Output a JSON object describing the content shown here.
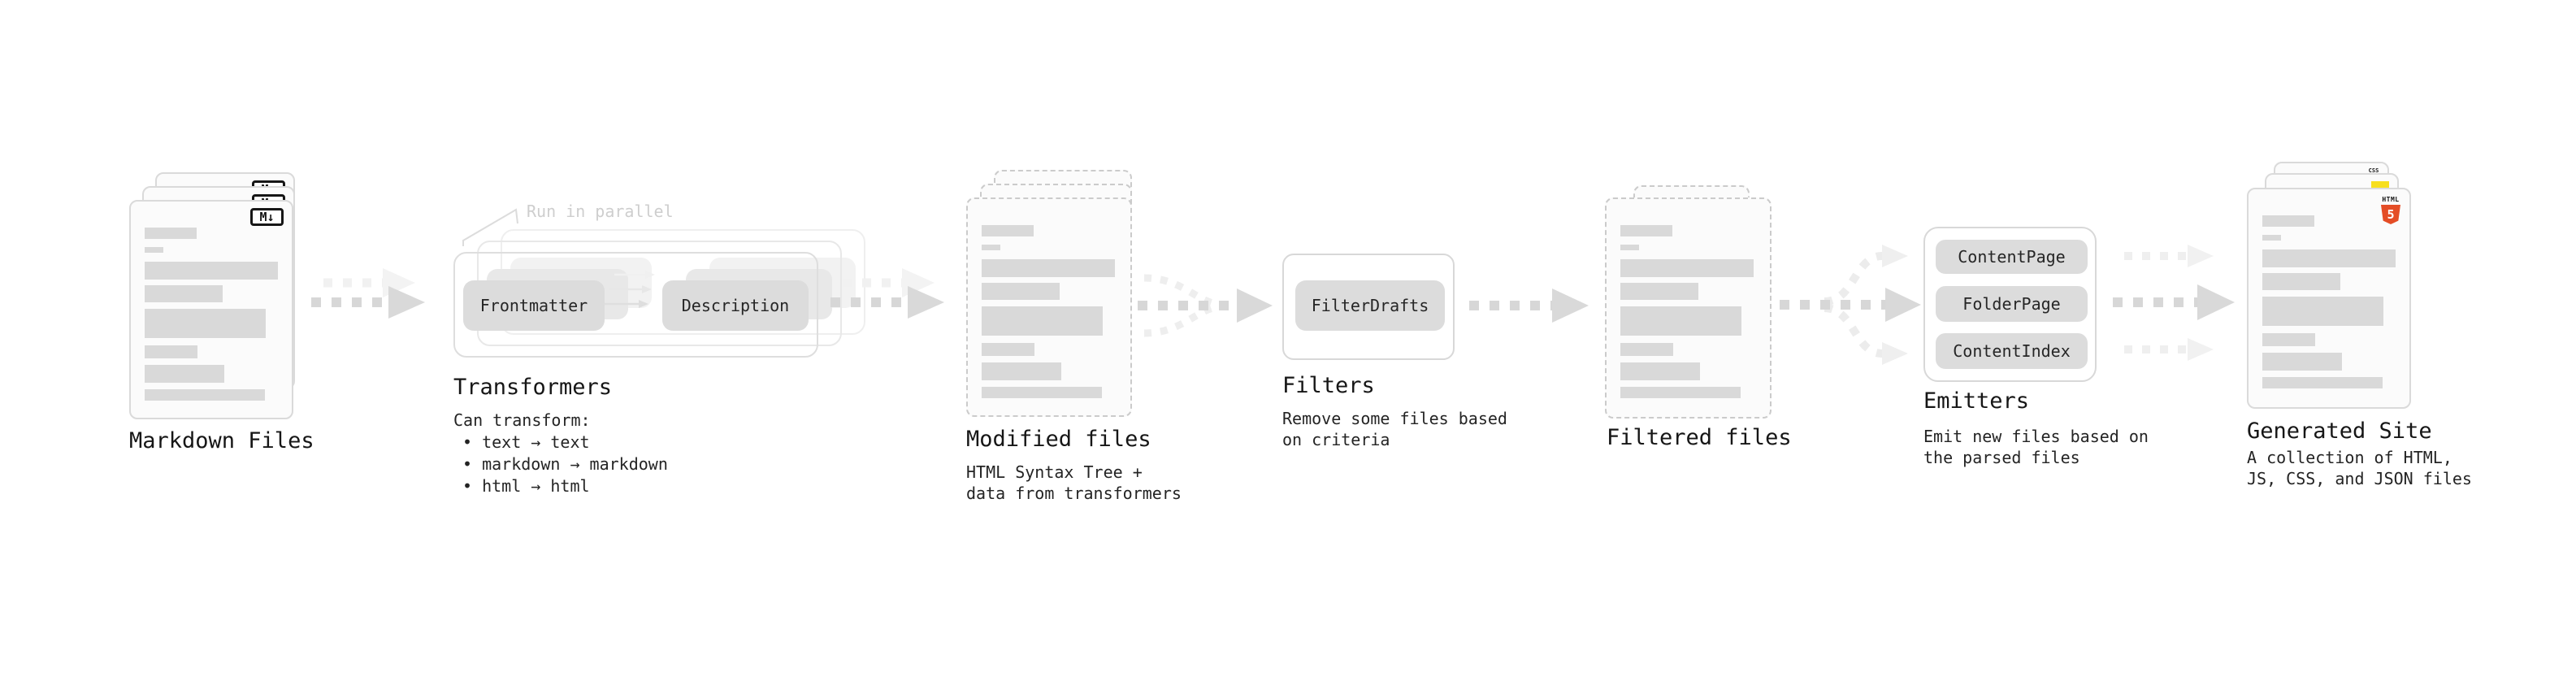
{
  "colors": {
    "css_blue": "#2965f1",
    "js_yellow": "#f7df1e",
    "html5_orange": "#e44d26",
    "placeholder_gray": "#d9d9d9"
  },
  "stages": {
    "markdown_files": {
      "label": "Markdown Files",
      "badge": "M↓"
    },
    "transformers": {
      "label": "Transformers",
      "note": "Run in parallel",
      "pills": {
        "left": "Frontmatter",
        "right": "Description"
      },
      "desc_heading": "Can transform:",
      "bullets": [
        "• text → text",
        "• markdown → markdown",
        "• html → html"
      ]
    },
    "modified_files": {
      "label": "Modified files",
      "desc": "HTML Syntax Tree +\ndata from transformers"
    },
    "filters": {
      "label": "Filters",
      "pill": "FilterDrafts",
      "desc": "Remove some files based\non criteria"
    },
    "filtered_files": {
      "label": "Filtered files"
    },
    "emitters": {
      "label": "Emitters",
      "pills": [
        "ContentPage",
        "FolderPage",
        "ContentIndex"
      ],
      "desc": "Emit new files based on\nthe parsed files"
    },
    "generated_site": {
      "label": "Generated Site",
      "desc": "A collection of HTML,\nJS, CSS, and JSON files",
      "badges": {
        "css": "CSS",
        "html": "HTML",
        "five": "5"
      }
    }
  }
}
